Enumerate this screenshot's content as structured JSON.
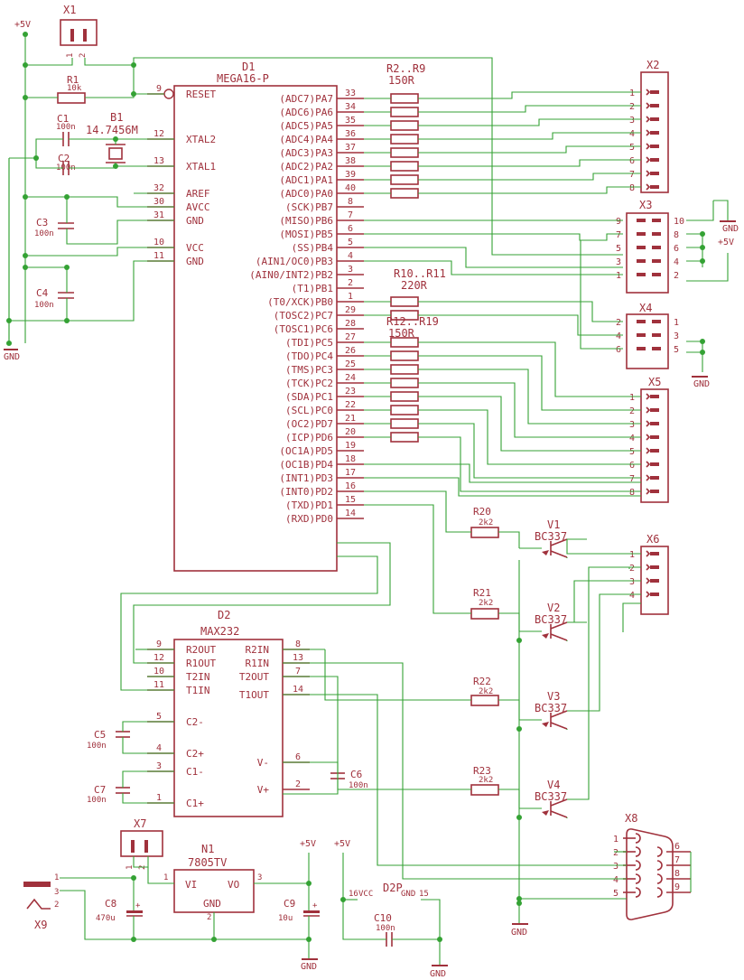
{
  "colors": {
    "symbol": "#a0313c",
    "wire": "#34a234",
    "background": "#ffffff"
  },
  "mcu": {
    "ref": "D1",
    "part": "MEGA16-P",
    "left_pins": [
      [
        "9",
        "RESET"
      ],
      [
        "12",
        "XTAL2"
      ],
      [
        "13",
        "XTAL1"
      ],
      [
        "32",
        "AREF"
      ],
      [
        "30",
        "AVCC"
      ],
      [
        "31",
        "GND"
      ],
      [
        "10",
        "VCC"
      ],
      [
        "11",
        "GND"
      ]
    ],
    "right_pins": [
      [
        "33",
        "(ADC7)PA7"
      ],
      [
        "34",
        "(ADC6)PA6"
      ],
      [
        "35",
        "(ADC5)PA5"
      ],
      [
        "36",
        "(ADC4)PA4"
      ],
      [
        "37",
        "(ADC3)PA3"
      ],
      [
        "38",
        "(ADC2)PA2"
      ],
      [
        "39",
        "(ADC1)PA1"
      ],
      [
        "40",
        "(ADC0)PA0"
      ],
      [
        "8",
        "(SCK)PB7"
      ],
      [
        "7",
        "(MISO)PB6"
      ],
      [
        "6",
        "(MOSI)PB5"
      ],
      [
        "5",
        "(SS)PB4"
      ],
      [
        "4",
        "(AIN1/OC0)PB3"
      ],
      [
        "3",
        "(AIN0/INT2)PB2"
      ],
      [
        "2",
        "(T1)PB1"
      ],
      [
        "1",
        "(T0/XCK)PB0"
      ],
      [
        "29",
        "(TOSC2)PC7"
      ],
      [
        "28",
        "(TOSC1)PC6"
      ],
      [
        "27",
        "(TDI)PC5"
      ],
      [
        "26",
        "(TDO)PC4"
      ],
      [
        "25",
        "(TMS)PC3"
      ],
      [
        "24",
        "(TCK)PC2"
      ],
      [
        "23",
        "(SDA)PC1"
      ],
      [
        "22",
        "(SCL)PC0"
      ],
      [
        "21",
        "(OC2)PD7"
      ],
      [
        "20",
        "(ICP)PD6"
      ],
      [
        "19",
        "(OC1A)PD5"
      ],
      [
        "18",
        "(OC1B)PD4"
      ],
      [
        "17",
        "(INT1)PD3"
      ],
      [
        "16",
        "(INT0)PD2"
      ],
      [
        "15",
        "(TXD)PD1"
      ],
      [
        "14",
        "(RXD)PD0"
      ]
    ]
  },
  "max": {
    "ref": "D2",
    "part": "MAX232",
    "left_pins": [
      [
        "9",
        "R2OUT"
      ],
      [
        "12",
        "R1OUT"
      ],
      [
        "10",
        "T2IN"
      ],
      [
        "11",
        "T1IN"
      ],
      [
        "5",
        "C2-"
      ],
      [
        "4",
        "C2+"
      ],
      [
        "3",
        "C1-"
      ],
      [
        "1",
        "C1+"
      ]
    ],
    "right_pins": [
      [
        "8",
        "R2IN"
      ],
      [
        "13",
        "R1IN"
      ],
      [
        "7",
        "T2OUT"
      ],
      [
        "14",
        "T1OUT"
      ],
      [
        "6",
        "V-"
      ],
      [
        "2",
        "V+"
      ]
    ]
  },
  "reg": {
    "ref": "N1",
    "part": "7805TV",
    "vi": "VI",
    "vo": "VO",
    "gnd": "GND",
    "p1": "1",
    "p2": "2",
    "p3": "3"
  },
  "d2p": {
    "label": "D2P",
    "vcc": "VCC",
    "gnd": "GND",
    "p16": "16",
    "p15": "15"
  },
  "resistors": {
    "r1": {
      "ref": "R1",
      "val": "10k"
    },
    "rA": {
      "ref": "R2..R9",
      "val": "150R"
    },
    "rB": {
      "ref": "R10..R11",
      "val": "220R"
    },
    "rC": {
      "ref": "R12..R19",
      "val": "150R"
    },
    "r20": {
      "ref": "R20",
      "val": "2k2"
    },
    "r21": {
      "ref": "R21",
      "val": "2k2"
    },
    "r22": {
      "ref": "R22",
      "val": "2k2"
    },
    "r23": {
      "ref": "R23",
      "val": "2k2"
    }
  },
  "caps": {
    "c1": {
      "ref": "C1",
      "val": "100n"
    },
    "c2": {
      "ref": "C2",
      "val": "100n"
    },
    "c3": {
      "ref": "C3",
      "val": "100n"
    },
    "c4": {
      "ref": "C4",
      "val": "100n"
    },
    "c5": {
      "ref": "C5",
      "val": "100n"
    },
    "c6": {
      "ref": "C6",
      "val": "100n"
    },
    "c7": {
      "ref": "C7",
      "val": "100n"
    },
    "c8": {
      "ref": "C8",
      "val": "470u"
    },
    "c9": {
      "ref": "C9",
      "val": "10u"
    },
    "c10": {
      "ref": "C10",
      "val": "100n"
    }
  },
  "crystal": {
    "ref": "B1",
    "val": "14.7456M"
  },
  "transistors": {
    "v1": "V1",
    "v2": "V2",
    "v3": "V3",
    "v4": "V4",
    "part": "BC337"
  },
  "connectors": {
    "x1": "X1",
    "x2": "X2",
    "x3": "X3",
    "x4": "X4",
    "x5": "X5",
    "x6": "X6",
    "x7": "X7",
    "x8": "X8",
    "x9": "X9"
  },
  "header_pins": {
    "x2": [
      "1",
      "2",
      "3",
      "4",
      "5",
      "6",
      "7",
      "8"
    ],
    "x3_left": [
      "9",
      "7",
      "5",
      "3",
      "1"
    ],
    "x3_right": [
      "10",
      "8",
      "6",
      "4",
      "2"
    ],
    "x4_left": [
      "2",
      "4",
      "6"
    ],
    "x4_right": [
      "1",
      "3",
      "5"
    ],
    "x5": [
      "1",
      "2",
      "3",
      "4",
      "5",
      "6",
      "7",
      "8"
    ],
    "x6": [
      "1",
      "2",
      "3",
      "4"
    ],
    "x8_left": [
      "1",
      "2",
      "3",
      "4",
      "5"
    ],
    "x8_right": [
      "6",
      "7",
      "8",
      "9"
    ],
    "x1": [
      "1",
      "2"
    ],
    "x7": [
      "1",
      "2"
    ],
    "x9": [
      "1",
      "2",
      "3"
    ]
  },
  "power": {
    "p5v": "+5V",
    "gnd": "GND"
  }
}
